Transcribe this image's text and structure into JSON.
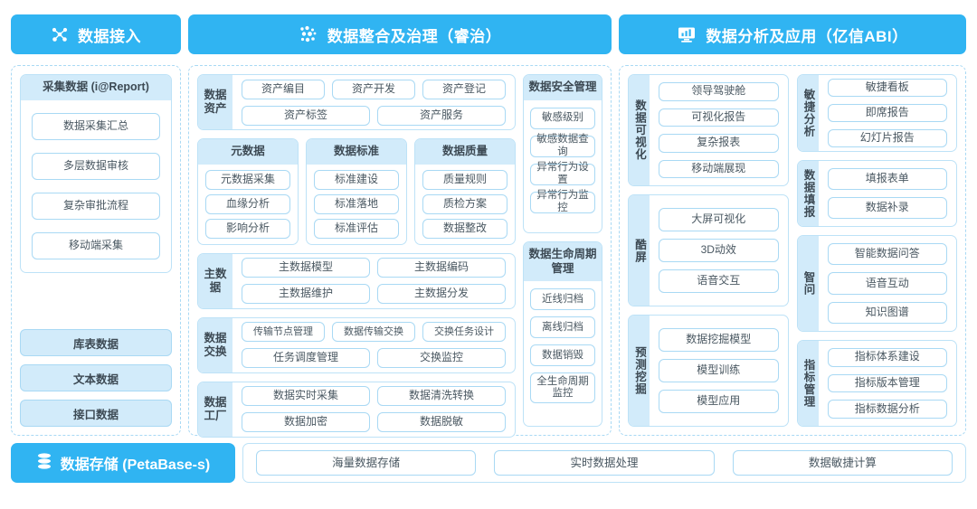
{
  "headers": [
    {
      "icon": "nodes-network-icon",
      "title": "数据接入"
    },
    {
      "icon": "data-dots-icon",
      "title": "数据整合及治理（睿治）"
    },
    {
      "icon": "monitor-chart-icon",
      "title": "数据分析及应用（亿信ABI）"
    }
  ],
  "ingest": {
    "collect_card": {
      "title": "采集数据 (i@Report)",
      "items": [
        "数据采集汇总",
        "多层数据审核",
        "复杂审批流程",
        "移动端采集"
      ]
    },
    "sources": [
      "库表数据",
      "文本数据",
      "接口数据"
    ]
  },
  "govern": {
    "asset": {
      "label": "数据资产",
      "row1": [
        "资产编目",
        "资产开发",
        "资产登记"
      ],
      "row2": [
        "资产标签",
        "资产服务"
      ]
    },
    "trio": [
      {
        "title": "元数据",
        "items": [
          "元数据采集",
          "血缘分析",
          "影响分析"
        ]
      },
      {
        "title": "数据标准",
        "items": [
          "标准建设",
          "标准落地",
          "标准评估"
        ]
      },
      {
        "title": "数据质量",
        "items": [
          "质量规则",
          "质检方案",
          "数据整改"
        ]
      }
    ],
    "master": {
      "label": "主数据",
      "row1": [
        "主数据模型",
        "主数据编码"
      ],
      "row2": [
        "主数据维护",
        "主数据分发"
      ]
    },
    "exchange": {
      "label": "数据交换",
      "row1": [
        "传输节点管理",
        "数据传输交换",
        "交换任务设计"
      ],
      "row2": [
        "任务调度管理",
        "交换监控"
      ]
    },
    "factory": {
      "label": "数据工厂",
      "row1": [
        "数据实时采集",
        "数据清洗转换"
      ],
      "row2": [
        "数据加密",
        "数据脱敏"
      ]
    },
    "security": {
      "title": "数据安全管理",
      "items": [
        "敏感级别",
        "敏感数据查询",
        "异常行为设置",
        "异常行为监控"
      ]
    },
    "lifecycle": {
      "title": "数据生命周期管理",
      "items": [
        "近线归档",
        "离线归档",
        "数据销毁",
        "全生命周期监控"
      ]
    }
  },
  "analyze": {
    "left": [
      {
        "label": "数据可视化",
        "items": [
          "领导驾驶舱",
          "可视化报告",
          "复杂报表",
          "移动端展现"
        ]
      },
      {
        "label": "酷屏",
        "items": [
          "大屏可视化",
          "3D动效",
          "语音交互"
        ]
      },
      {
        "label": "预测挖掘",
        "items": [
          "数据挖掘模型",
          "模型训练",
          "模型应用"
        ]
      }
    ],
    "right": [
      {
        "label": "敏捷分析",
        "items": [
          "敏捷看板",
          "即席报告",
          "幻灯片报告"
        ]
      },
      {
        "label": "数据填报",
        "items": [
          "填报表单",
          "数据补录"
        ]
      },
      {
        "label": "智问",
        "items": [
          "智能数据问答",
          "语音互动",
          "知识图谱"
        ]
      },
      {
        "label": "指标管理",
        "items": [
          "指标体系建设",
          "指标版本管理",
          "指标数据分析"
        ]
      }
    ]
  },
  "storage": {
    "icon": "database-stack-icon",
    "tag": "数据存储 (PetaBase-s)",
    "items": [
      "海量数据存储",
      "实时数据处理",
      "数据敏捷计算"
    ]
  },
  "colors": {
    "brand": "#30b4f2",
    "tint": "#d2ebfa",
    "border": "#a9d9f4",
    "text": "#3d4a54"
  }
}
